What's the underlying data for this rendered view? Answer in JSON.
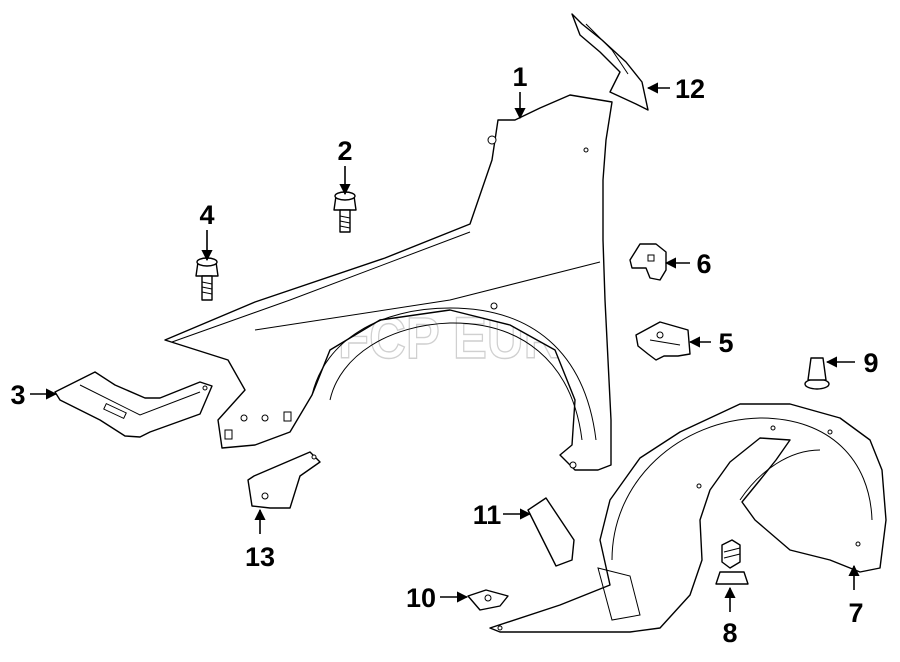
{
  "watermark": {
    "text": "FCP EURO"
  },
  "callouts": [
    {
      "id": "1",
      "label": "1"
    },
    {
      "id": "2",
      "label": "2"
    },
    {
      "id": "3",
      "label": "3"
    },
    {
      "id": "4",
      "label": "4"
    },
    {
      "id": "5",
      "label": "5"
    },
    {
      "id": "6",
      "label": "6"
    },
    {
      "id": "7",
      "label": "7"
    },
    {
      "id": "8",
      "label": "8"
    },
    {
      "id": "9",
      "label": "9"
    },
    {
      "id": "10",
      "label": "10"
    },
    {
      "id": "11",
      "label": "11"
    },
    {
      "id": "12",
      "label": "12"
    },
    {
      "id": "13",
      "label": "13"
    }
  ]
}
